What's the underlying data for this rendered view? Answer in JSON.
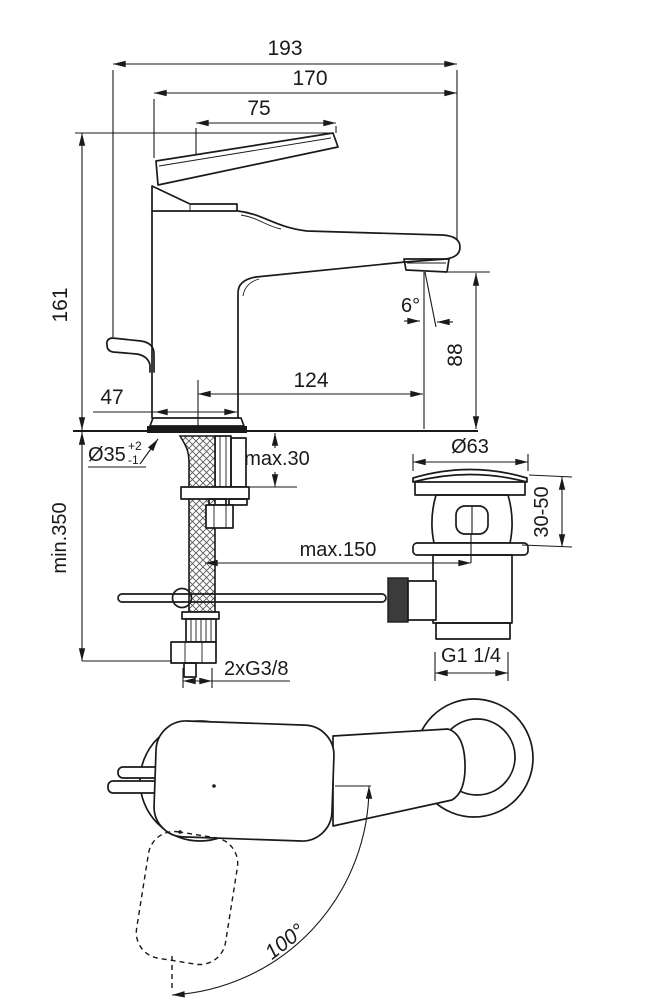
{
  "drawing": {
    "type": "technical-installation-drawing",
    "subject": "single-lever basin mixer with pop-up waste, side view, waste detail and top swivel view",
    "colors": {
      "line": "#1a1a1a",
      "background": "#ffffff"
    }
  },
  "dimensions": {
    "overall_width": "193",
    "body_to_spout_width": "170",
    "handle_length": "75",
    "total_height": "161",
    "base_front_offset": "47",
    "spout_reach": "124",
    "outlet_height": "88",
    "outlet_angle": "6°",
    "hole_diameter": "Ø35",
    "hole_tolerance_plus": "+2",
    "hole_tolerance_minus": "-1",
    "deck_thickness_max": "max.30",
    "hose_length_min": "min.350",
    "rod_reach_max": "max.150",
    "waste_cap_diameter": "Ø63",
    "waste_height_range": "30-50",
    "waste_thread": "G1 1/4",
    "supply_thread": "2xG3/8",
    "handle_swivel_angle": "100°"
  }
}
